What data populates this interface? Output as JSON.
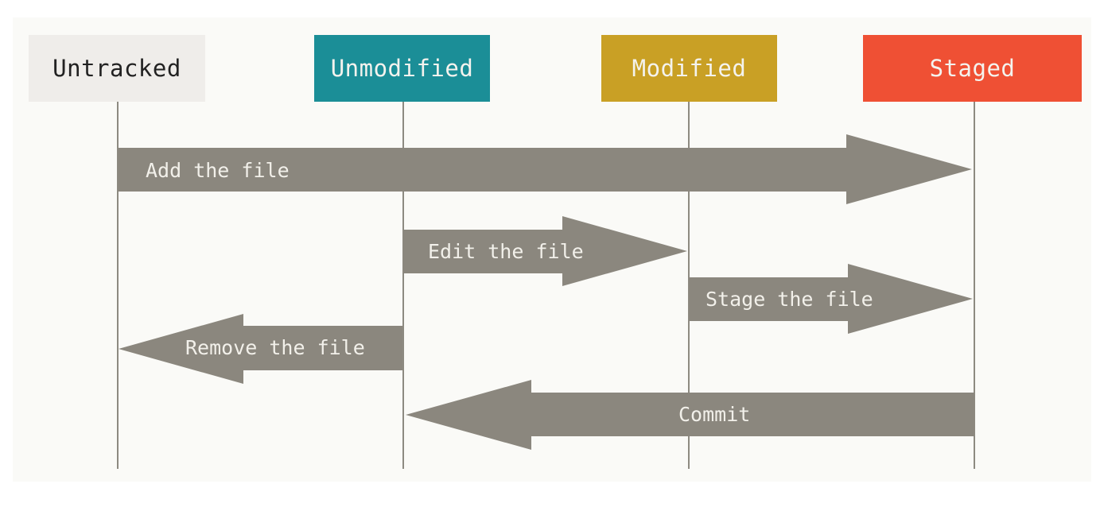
{
  "diagram": {
    "states": [
      {
        "id": "untracked",
        "label": "Untracked",
        "bg": "#efedea",
        "fg": "#222222"
      },
      {
        "id": "unmodified",
        "label": "Unmodified",
        "bg": "#1b8e97",
        "fg": "#f4f3ee"
      },
      {
        "id": "modified",
        "label": "Modified",
        "bg": "#c9a025",
        "fg": "#f4f3ee"
      },
      {
        "id": "staged",
        "label": "Staged",
        "bg": "#ef5034",
        "fg": "#f4f3ee"
      }
    ],
    "transitions": [
      {
        "label": "Add the file",
        "from": "untracked",
        "to": "staged"
      },
      {
        "label": "Edit the file",
        "from": "unmodified",
        "to": "modified"
      },
      {
        "label": "Stage the file",
        "from": "modified",
        "to": "staged"
      },
      {
        "label": "Remove the file",
        "from": "unmodified",
        "to": "untracked"
      },
      {
        "label": "Commit",
        "from": "staged",
        "to": "unmodified"
      }
    ],
    "colors": {
      "arrow": "#8b877e",
      "arrow_text": "#f2f0ea",
      "lifeline": "#8d8a81",
      "panel_bg": "#fafaf7"
    }
  }
}
